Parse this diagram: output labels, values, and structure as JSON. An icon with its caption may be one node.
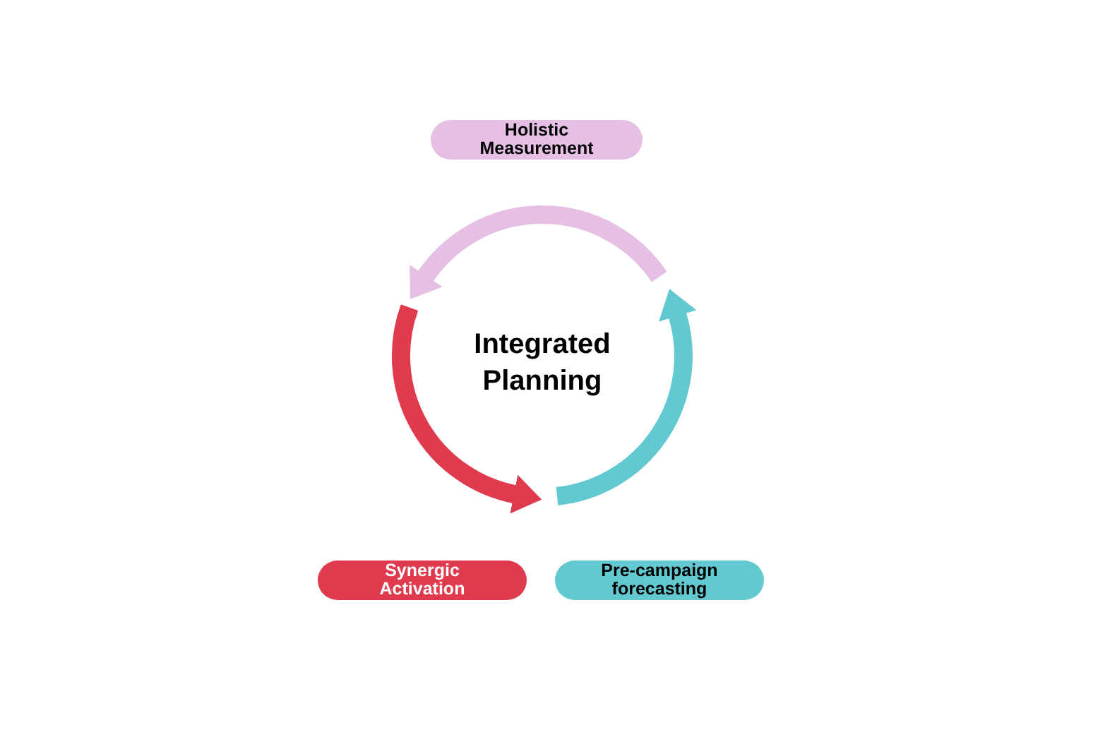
{
  "diagram": {
    "nodes": [
      {
        "text": [
          "Holistic Measurement"
        ]
      },
      {
        "text": [
          "Synergic Activation"
        ]
      },
      {
        "text": [
          "Pre-campaign forecasting"
        ]
      }
    ],
    "labels": [
      "Integrated Planning"
    ]
  }
}
